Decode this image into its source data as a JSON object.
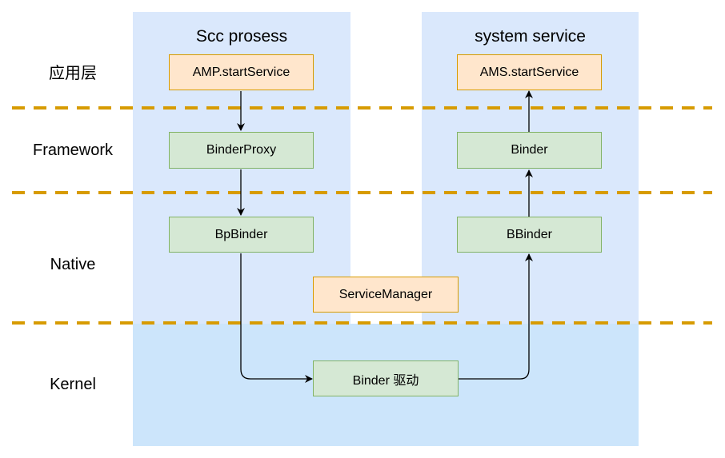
{
  "panels": {
    "left_title": "Scc prosess",
    "right_title": "system service"
  },
  "layers": {
    "app": "应用层",
    "framework": "Framework",
    "native": "Native",
    "kernel": "Kernel"
  },
  "nodes": {
    "amp_start_service": "AMP.startService",
    "ams_start_service": "AMS.startService",
    "binder_proxy": "BinderProxy",
    "binder": "Binder",
    "bp_binder": "BpBinder",
    "b_binder": "BBinder",
    "service_manager": "ServiceManager",
    "binder_driver": "Binder 驱动"
  },
  "colors": {
    "panel": "#dae8fc",
    "kernel_panel": "#cce5fb",
    "orange_fill": "#ffe6cc",
    "orange_stroke": "#d79b00",
    "green_fill": "#d5e8d4",
    "green_stroke": "#82b366",
    "divider": "#d79b00"
  }
}
